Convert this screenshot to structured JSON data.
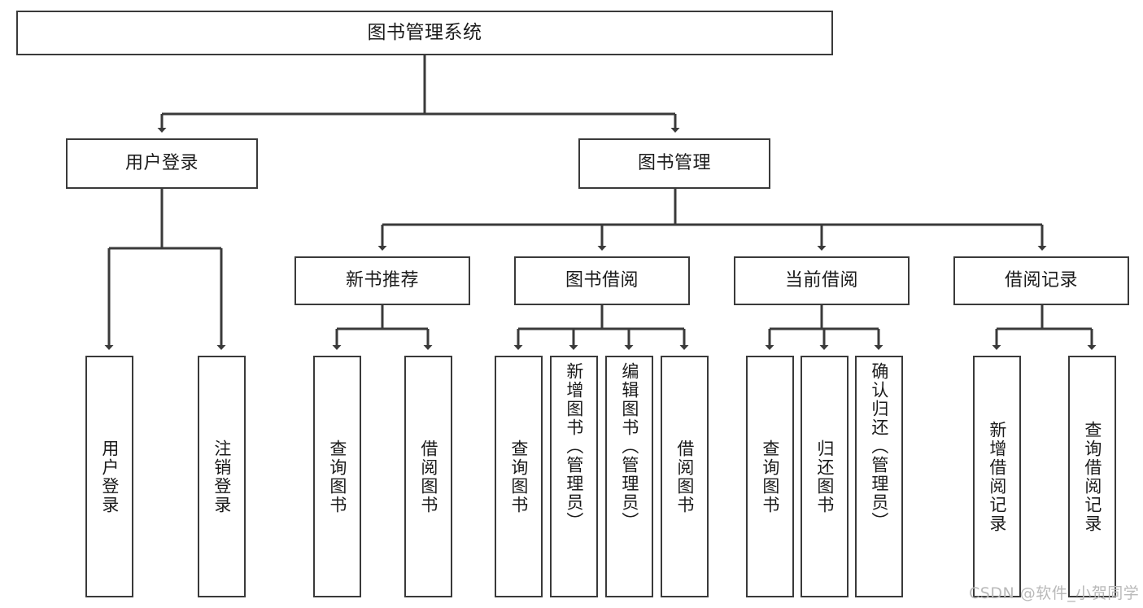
{
  "diagram": {
    "title": "图书管理系统",
    "type": "tree-hierarchy-chart",
    "root": {
      "label": "图书管理系统"
    },
    "level2": [
      {
        "label": "用户登录"
      },
      {
        "label": "图书管理"
      }
    ],
    "level3": [
      {
        "label": "新书推荐"
      },
      {
        "label": "图书借阅"
      },
      {
        "label": "当前借阅"
      },
      {
        "label": "借阅记录"
      }
    ],
    "leaves": {
      "user_login": [
        {
          "label": "用户登录"
        },
        {
          "label": "注销登录"
        }
      ],
      "new_book_recommend": [
        {
          "label": "查询图书"
        },
        {
          "label": "借阅图书"
        }
      ],
      "book_borrow": [
        {
          "label": "查询图书"
        },
        {
          "label": "新增图书（管理员）"
        },
        {
          "label": "编辑图书（管理员）"
        },
        {
          "label": "借阅图书"
        }
      ],
      "current_borrow": [
        {
          "label": "查询图书"
        },
        {
          "label": "归还图书"
        },
        {
          "label": "确认归还（管理员）"
        }
      ],
      "borrow_record": [
        {
          "label": "新增借阅记录"
        },
        {
          "label": "查询借阅记录"
        }
      ]
    }
  },
  "watermark": {
    "text": "CSDN @软件_小贺同学"
  },
  "colors": {
    "stroke": "#3a3a3a",
    "box_fill": "#ffffff",
    "text": "#1b1b1b",
    "watermark": "#b9b9b9",
    "background": "#ffffff"
  }
}
